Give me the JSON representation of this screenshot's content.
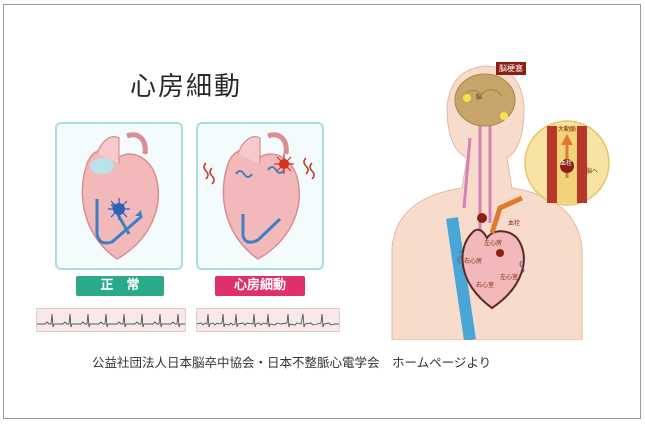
{
  "title": "心房細動",
  "panels": {
    "normal_label": "正　常",
    "afib_label": "心房細動"
  },
  "figure": {
    "stroke_label": "脳梗塞",
    "aorta_label": "大動脈",
    "clot_label": "血栓",
    "to_brain_label": "脳へ",
    "heart_labels": [
      "血栓",
      "左心房",
      "右心房",
      "左心室",
      "右心室"
    ],
    "brain_label": "脳"
  },
  "source": "公益社団法人日本脳卒中協会・日本不整脈心電学会　ホームページより",
  "colors": {
    "normal_badge": "#2aa98b",
    "afib_badge": "#e0306a",
    "panel_border": "#a8dde4",
    "heart": "#f3b8ba",
    "stroke_badge": "#8c1f12"
  }
}
